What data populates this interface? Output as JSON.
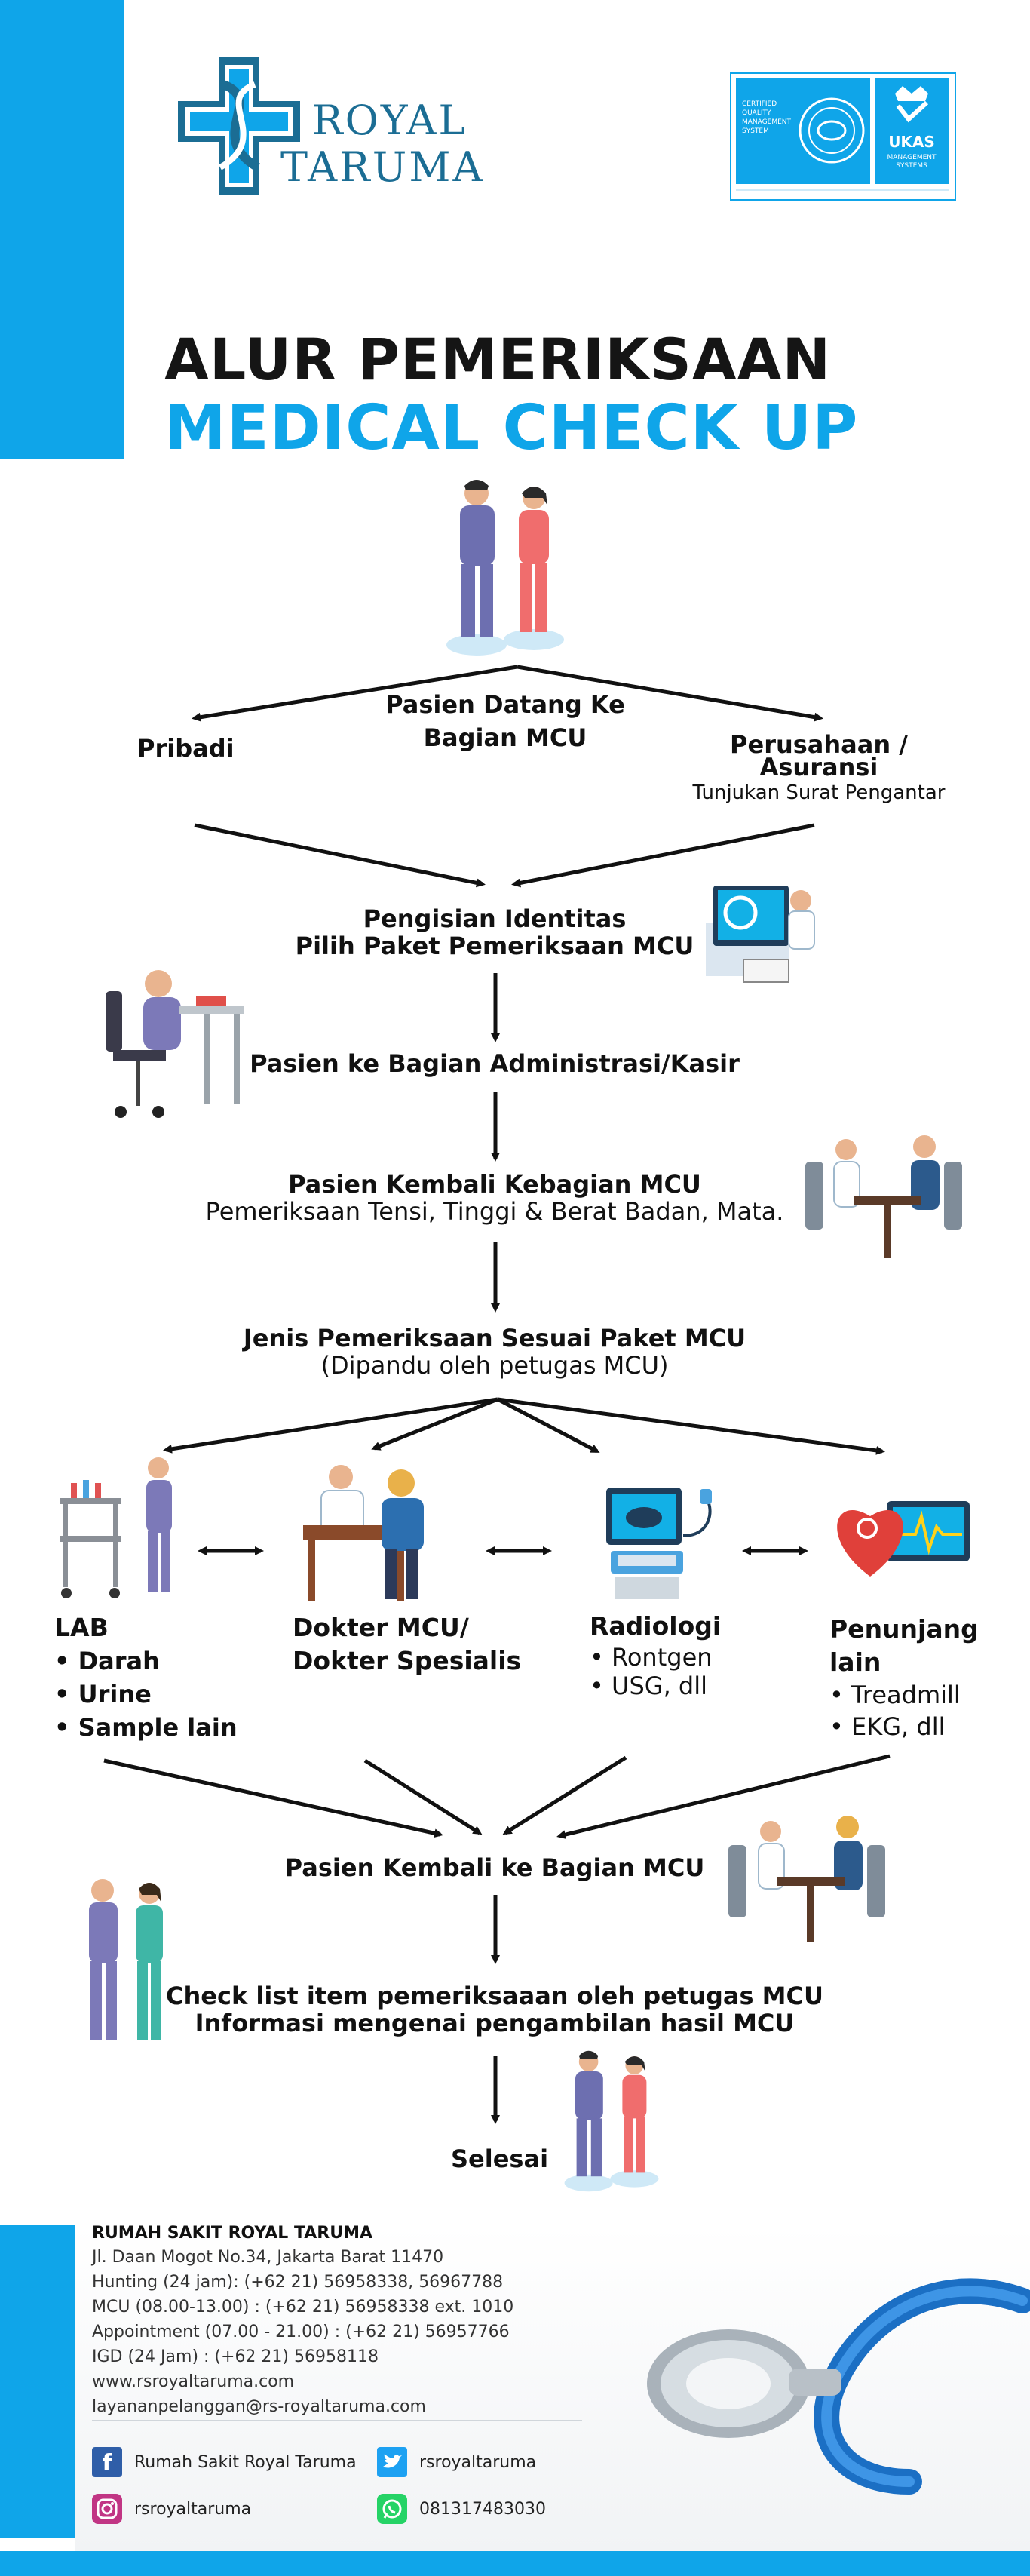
{
  "header": {
    "logo_line1": "ROYAL",
    "logo_line2": "TARUMA",
    "cert_text": "CERTIFIED QUALITY MANAGEMENT SYSTEM",
    "cert_badge": "UKAS",
    "cert_badge_sub": "MANAGEMENT SYSTEMS"
  },
  "title": {
    "line1": "ALUR PEMERIKSAAN",
    "line2": "MEDICAL CHECK UP"
  },
  "flow": {
    "arrival": "Pasien Datang Ke Bagian MCU",
    "arrival_1": "Pasien Datang Ke",
    "arrival_2": "Bagian MCU",
    "left_option": "Pribadi",
    "right_option_1": "Perusahaan /",
    "right_option_2": "Asuransi",
    "right_option_note": "Tunjukan Surat Pengantar",
    "step1_1": "Pengisian Identitas",
    "step1_2": "Pilih Paket Pemeriksaan MCU",
    "step2": "Pasien ke Bagian Administrasi/Kasir",
    "step3_1": "Pasien Kembali Kebagian MCU",
    "step3_2": "Pemeriksaan Tensi, Tinggi & Berat Badan, Mata.",
    "step4_1": "Jenis Pemeriksaan Sesuai Paket MCU",
    "step4_2": "(Dipandu oleh petugas MCU)",
    "step5": "Pasien Kembali ke Bagian MCU",
    "step6_1": "Check list item pemeriksaaan oleh petugas MCU",
    "step6_2": "Informasi mengenai pengambilan hasil MCU",
    "step7": "Selesai"
  },
  "categories": {
    "lab": {
      "title": "LAB",
      "items": [
        "Darah",
        "Urine",
        "Sample lain"
      ]
    },
    "dokter": {
      "title_1": "Dokter MCU/",
      "title_2": "Dokter Spesialis"
    },
    "radiologi": {
      "title": "Radiologi",
      "items": [
        "Rontgen",
        "USG, dll"
      ]
    },
    "penunjang": {
      "title_1": "Penunjang",
      "title_2": "lain",
      "items": [
        "Treadmill",
        "EKG, dll"
      ]
    }
  },
  "footer": {
    "name": "RUMAH SAKIT ROYAL TARUMA",
    "lines": [
      "Jl. Daan Mogot No.34, Jakarta Barat 11470",
      "Hunting (24 jam): (+62 21) 56958338, 56967788",
      "MCU  (08.00-13.00) : (+62 21) 56958338 ext. 1010",
      "Appointment (07.00 - 21.00) : (+62 21) 56957766",
      "IGD (24 Jam) : (+62 21) 56958118",
      "www.rsroyaltaruma.com",
      "layananpelanggan@rs-royaltaruma.com"
    ],
    "facebook": "Rumah Sakit Royal Taruma",
    "twitter": "rsroyaltaruma",
    "instagram": "rsroyaltaruma",
    "whatsapp": "081317483030"
  },
  "colors": {
    "accent": "#0fa5e9",
    "logo": "#1b6d94",
    "text": "#111111"
  }
}
